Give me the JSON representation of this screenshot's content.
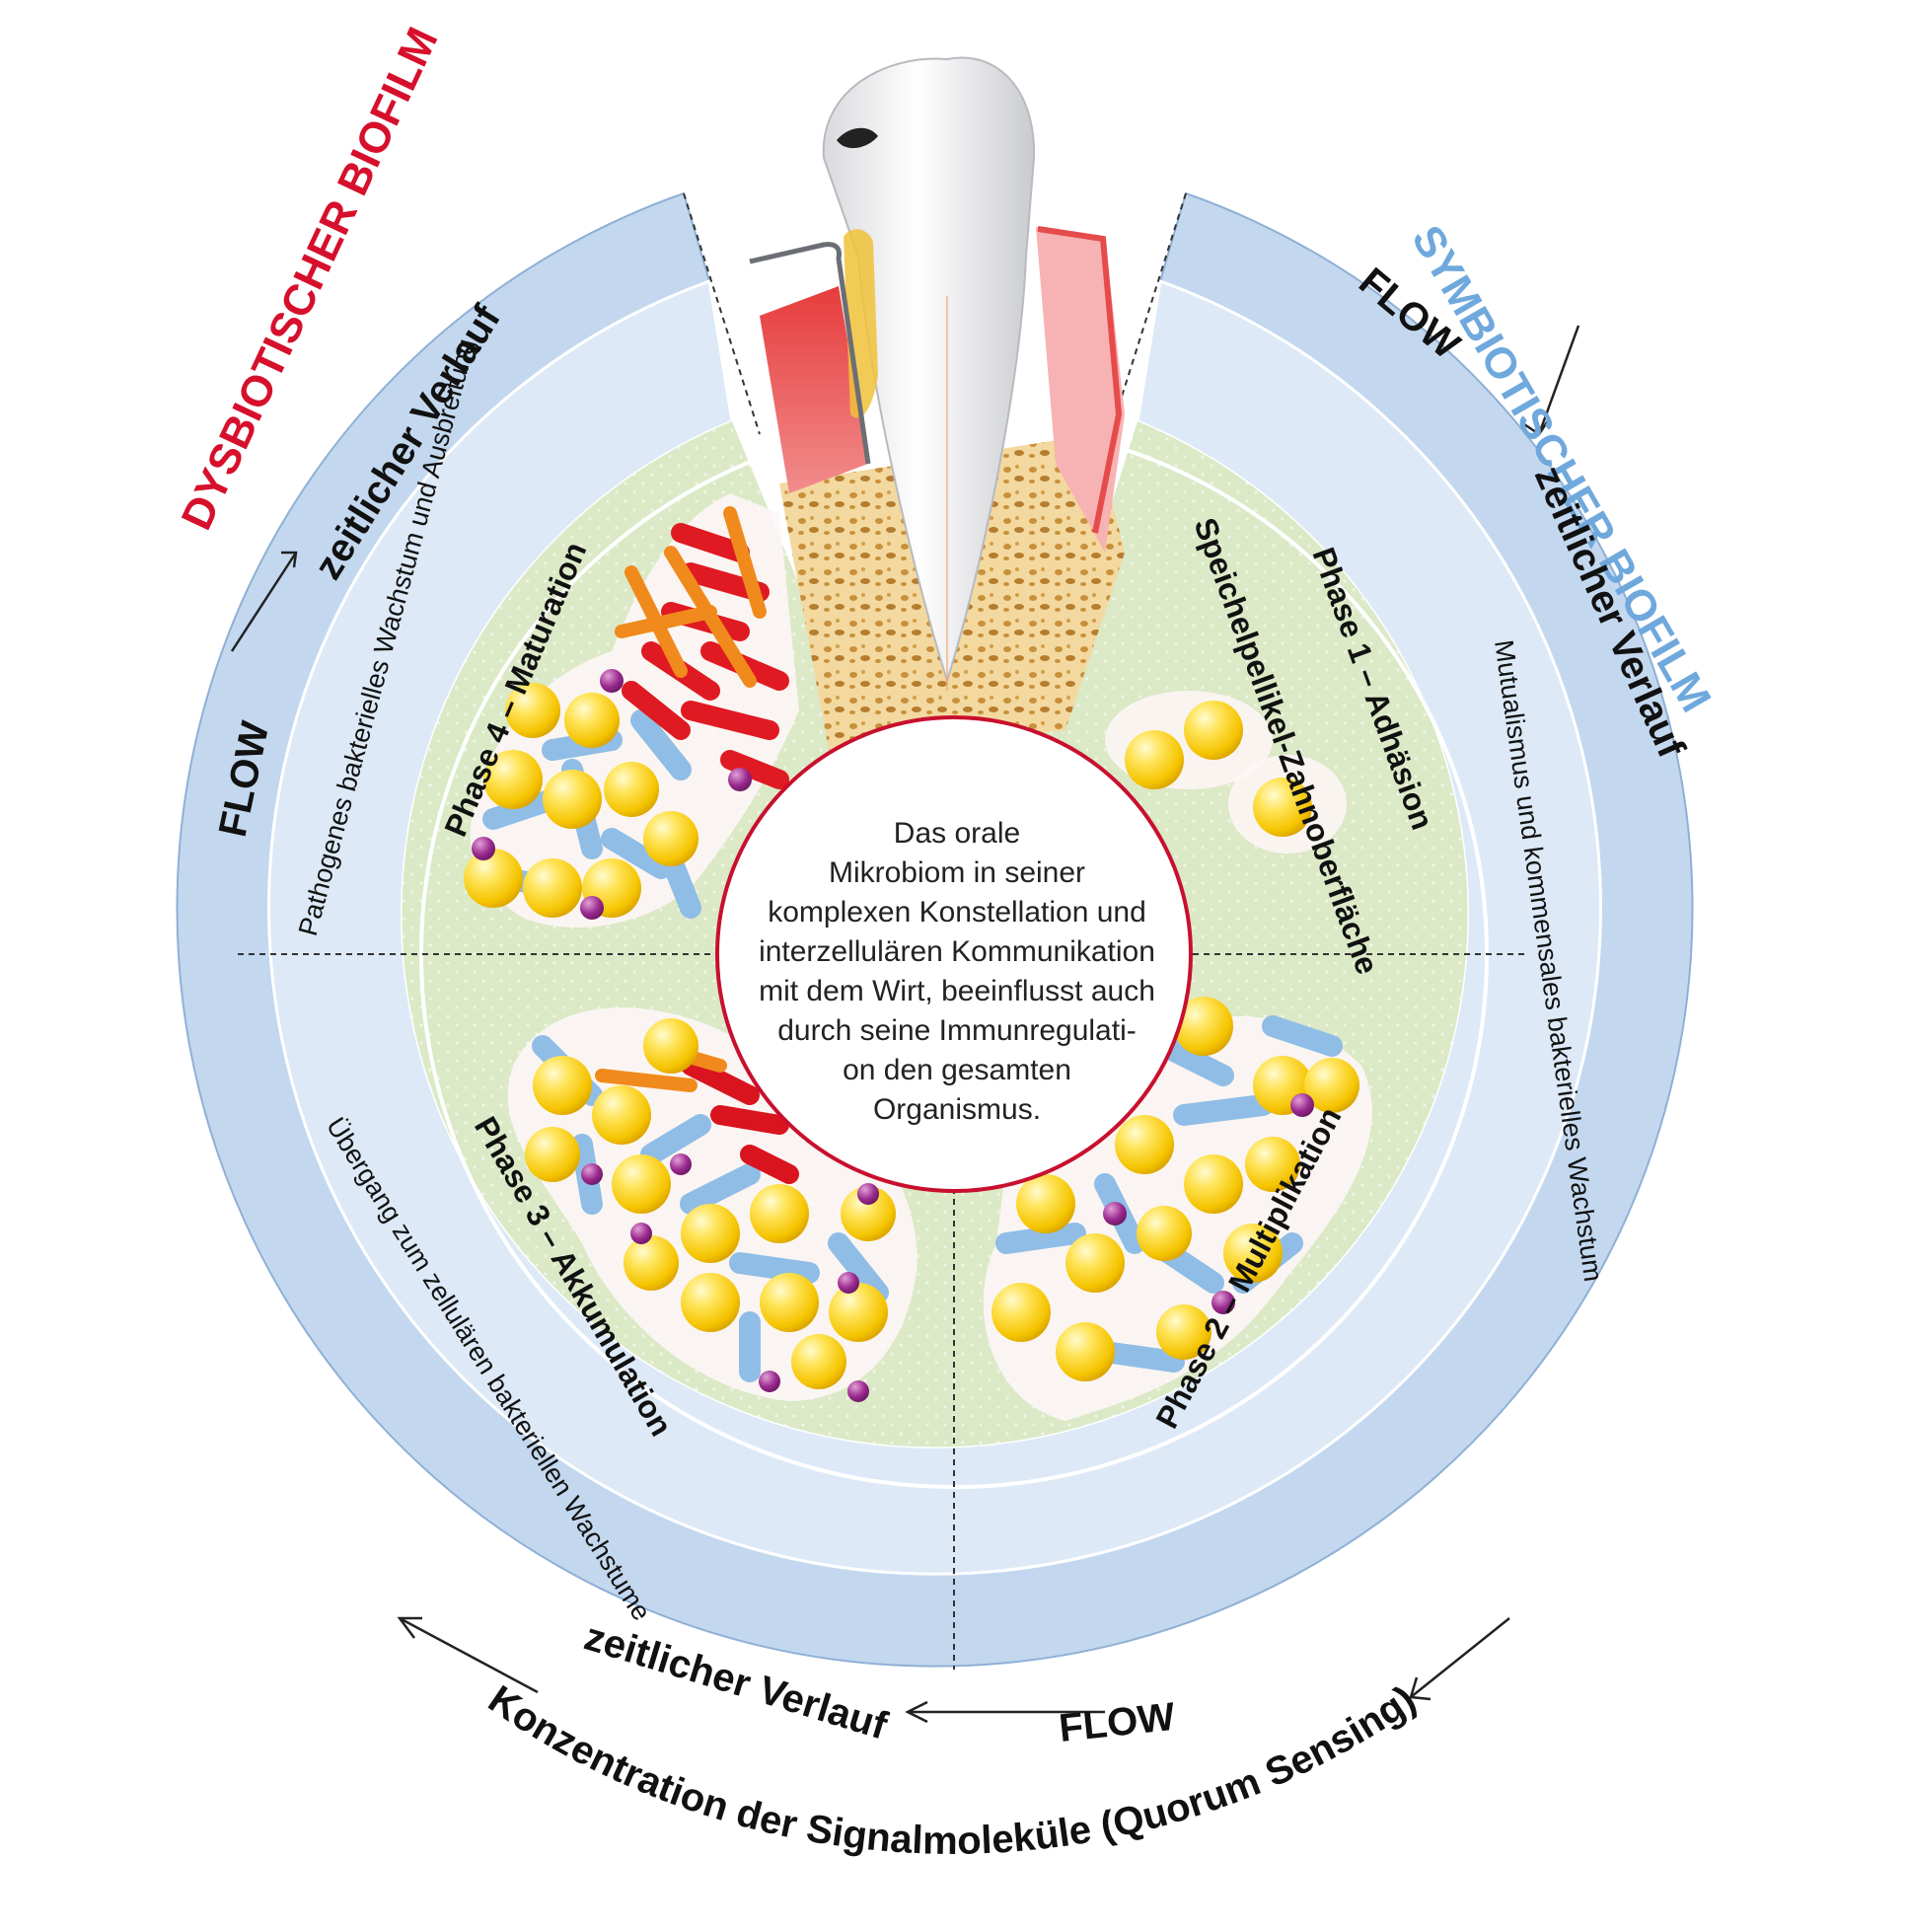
{
  "labels": {
    "dysbiotic": "DYSBIOTISCHER BIOFILM",
    "symbiotic": "SYMBIOTISCHER BIOFILM",
    "flow": "FLOW",
    "time_course": "zeitlicher Verlauf",
    "left_upper_desc": "Pathogenes bakterielles Wachstum und Ausbreitung",
    "left_lower_desc": "Übergang zum zellulären bakteriellen Wachstume",
    "right_desc": "Mutualismus und kommensales bakterielles Wachstum",
    "quorum": "Konzentration der Signalmoleküle (Quorum Sensing)"
  },
  "phases": {
    "phase1_title": "Phase 1 – Adhäsion",
    "phase1_sub": "Speichelpellikel-Zahnoberfläche",
    "phase2": "Phase 2 – Multiplikation",
    "phase3": "Phase 3 – Akkumulation",
    "phase4": "Phase 4 – Maturation"
  },
  "center_lines": [
    "Das orale",
    "Mikrobiom in seiner",
    "komplexen Konstellation und",
    "interzellulären Kommunikation",
    "mit dem Wirt, beeinflusst auch",
    "durch seine Immunregulati-",
    "on den gesamten",
    "Organismus."
  ],
  "colors": {
    "dysbiotic_red": "#d6102c",
    "symbiotic_blue": "#6fa8dc",
    "outer_ring": "#c3d8ef",
    "inner_ring": "#dde9f7",
    "core_green": "#cde3b4",
    "center_border": "#c8102e"
  }
}
